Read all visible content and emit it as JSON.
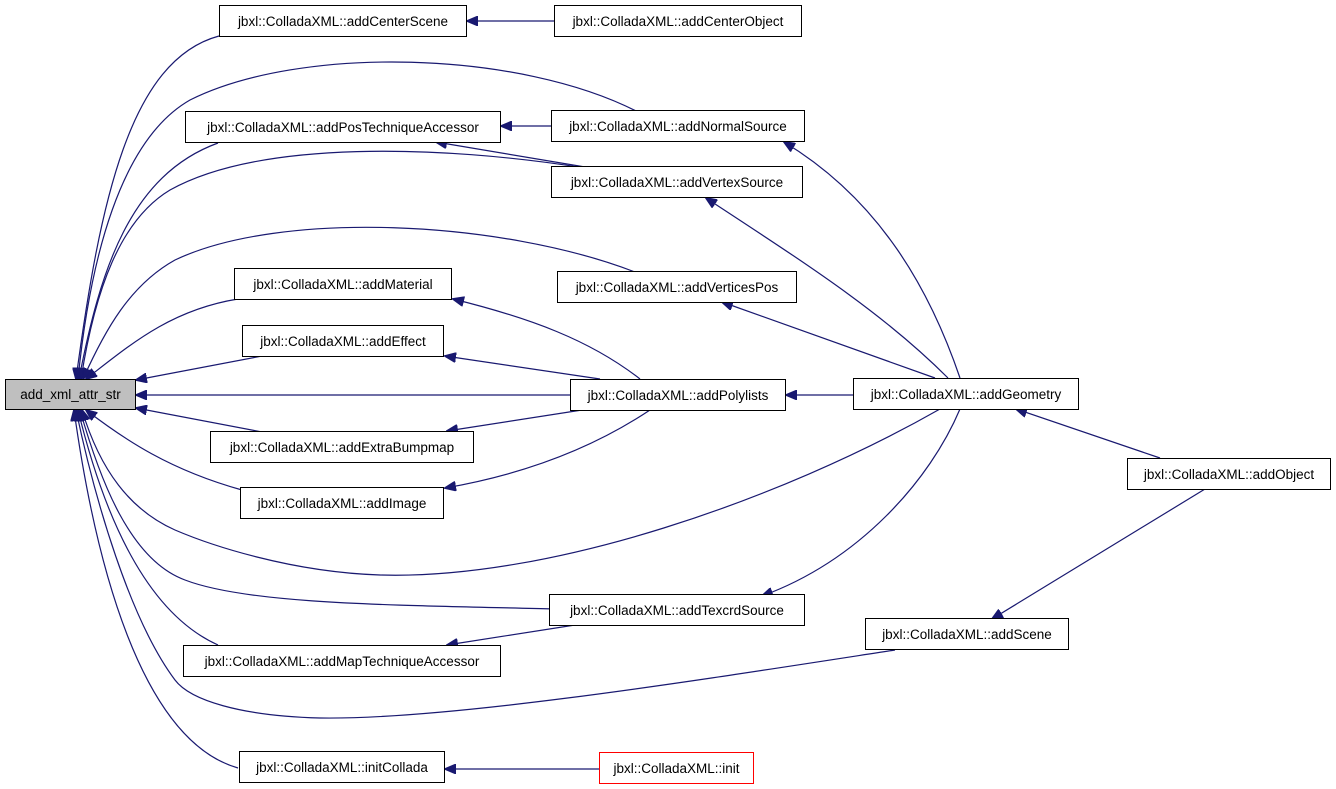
{
  "graph": {
    "type": "caller-graph",
    "edge_color": "#191970",
    "nodes": {
      "root": "add_xml_attr_str",
      "addCenterScene": "jbxl::ColladaXML::addCenterScene",
      "addCenterObject": "jbxl::ColladaXML::addCenterObject",
      "addPosTechniqueAccessor": "jbxl::ColladaXML::addPosTechniqueAccessor",
      "addNormalSource": "jbxl::ColladaXML::addNormalSource",
      "addVertexSource": "jbxl::ColladaXML::addVertexSource",
      "addMaterial": "jbxl::ColladaXML::addMaterial",
      "addVerticesPos": "jbxl::ColladaXML::addVerticesPos",
      "addEffect": "jbxl::ColladaXML::addEffect",
      "addPolylists": "jbxl::ColladaXML::addPolylists",
      "addGeometry": "jbxl::ColladaXML::addGeometry",
      "addExtraBumpmap": "jbxl::ColladaXML::addExtraBumpmap",
      "addObject": "jbxl::ColladaXML::addObject",
      "addImage": "jbxl::ColladaXML::addImage",
      "addTexcrdSource": "jbxl::ColladaXML::addTexcrdSource",
      "addScene": "jbxl::ColladaXML::addScene",
      "addMapTechniqueAccessor": "jbxl::ColladaXML::addMapTechniqueAccessor",
      "initCollada": "jbxl::ColladaXML::initCollada",
      "init": "jbxl::ColladaXML::init"
    },
    "edges": [
      [
        "addCenterScene",
        "root"
      ],
      [
        "addNormalSource",
        "root"
      ],
      [
        "addPosTechniqueAccessor",
        "root"
      ],
      [
        "addVertexSource",
        "root"
      ],
      [
        "addVerticesPos",
        "root"
      ],
      [
        "addMaterial",
        "root"
      ],
      [
        "addEffect",
        "root"
      ],
      [
        "addPolylists",
        "root"
      ],
      [
        "addExtraBumpmap",
        "root"
      ],
      [
        "addImage",
        "root"
      ],
      [
        "addGeometry",
        "root"
      ],
      [
        "addTexcrdSource",
        "root"
      ],
      [
        "addMapTechniqueAccessor",
        "root"
      ],
      [
        "addScene",
        "root"
      ],
      [
        "initCollada",
        "root"
      ],
      [
        "addCenterObject",
        "addCenterScene"
      ],
      [
        "addNormalSource",
        "addPosTechniqueAccessor"
      ],
      [
        "addVertexSource",
        "addPosTechniqueAccessor"
      ],
      [
        "addPolylists",
        "addMaterial"
      ],
      [
        "addPolylists",
        "addEffect"
      ],
      [
        "addPolylists",
        "addExtraBumpmap"
      ],
      [
        "addPolylists",
        "addImage"
      ],
      [
        "addTexcrdSource",
        "addMapTechniqueAccessor"
      ],
      [
        "addGeometry",
        "addNormalSource"
      ],
      [
        "addGeometry",
        "addVertexSource"
      ],
      [
        "addGeometry",
        "addVerticesPos"
      ],
      [
        "addGeometry",
        "addPolylists"
      ],
      [
        "addGeometry",
        "addTexcrdSource"
      ],
      [
        "addObject",
        "addGeometry"
      ],
      [
        "addObject",
        "addScene"
      ],
      [
        "init",
        "initCollada"
      ]
    ]
  }
}
